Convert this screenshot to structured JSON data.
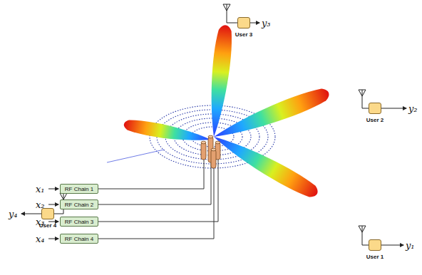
{
  "diagram": {
    "nodes": [
      {
        "text": [
          "User 3"
        ]
      },
      {
        "text": [
          "User 2"
        ]
      },
      {
        "text": [
          "User 1"
        ]
      },
      {
        "text": [
          "User 4"
        ]
      },
      {
        "text": [
          "RF Chain 1"
        ]
      },
      {
        "text": [
          "RF Chain 2"
        ]
      },
      {
        "text": [
          "RF Chain 3"
        ]
      },
      {
        "text": [
          "RF Chain 4"
        ]
      }
    ],
    "labels": [
      "y₃",
      "y₂",
      "y₁",
      "y₄",
      "x₁",
      "x₂",
      "x₃",
      "x₄"
    ]
  }
}
